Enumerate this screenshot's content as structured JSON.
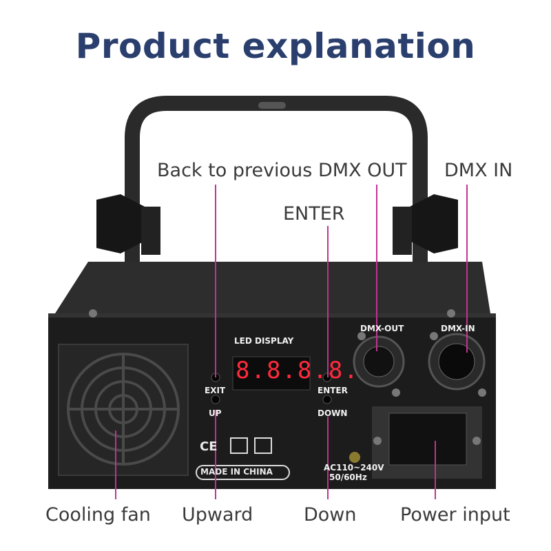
{
  "title": "Product explanation",
  "callouts": {
    "back_to_previous": "Back to previous",
    "dmx_out": "DMX OUT",
    "dmx_in": "DMX IN",
    "enter": "ENTER",
    "cooling_fan": "Cooling fan",
    "upward": "Upward",
    "down": "Down",
    "power_input": "Power input"
  },
  "panel": {
    "led_display_label": "LED DISPLAY",
    "display_value": "8.8.8.8.",
    "exit_label": "EXIT",
    "up_label": "UP",
    "enter_label": "ENTER",
    "down_label": "DOWN",
    "dmx_out_label": "DMX-OUT",
    "dmx_in_label": "DMX-IN",
    "made_in": "MADE IN CHINA",
    "voltage": "AC110~240V",
    "frequency": "50/60Hz",
    "ce_mark": "CE"
  },
  "colors": {
    "title": "#2b3f6e",
    "callout_line": "#c2338f",
    "device_body": "#1c1c1c",
    "display_digits": "#ff2a3c"
  }
}
